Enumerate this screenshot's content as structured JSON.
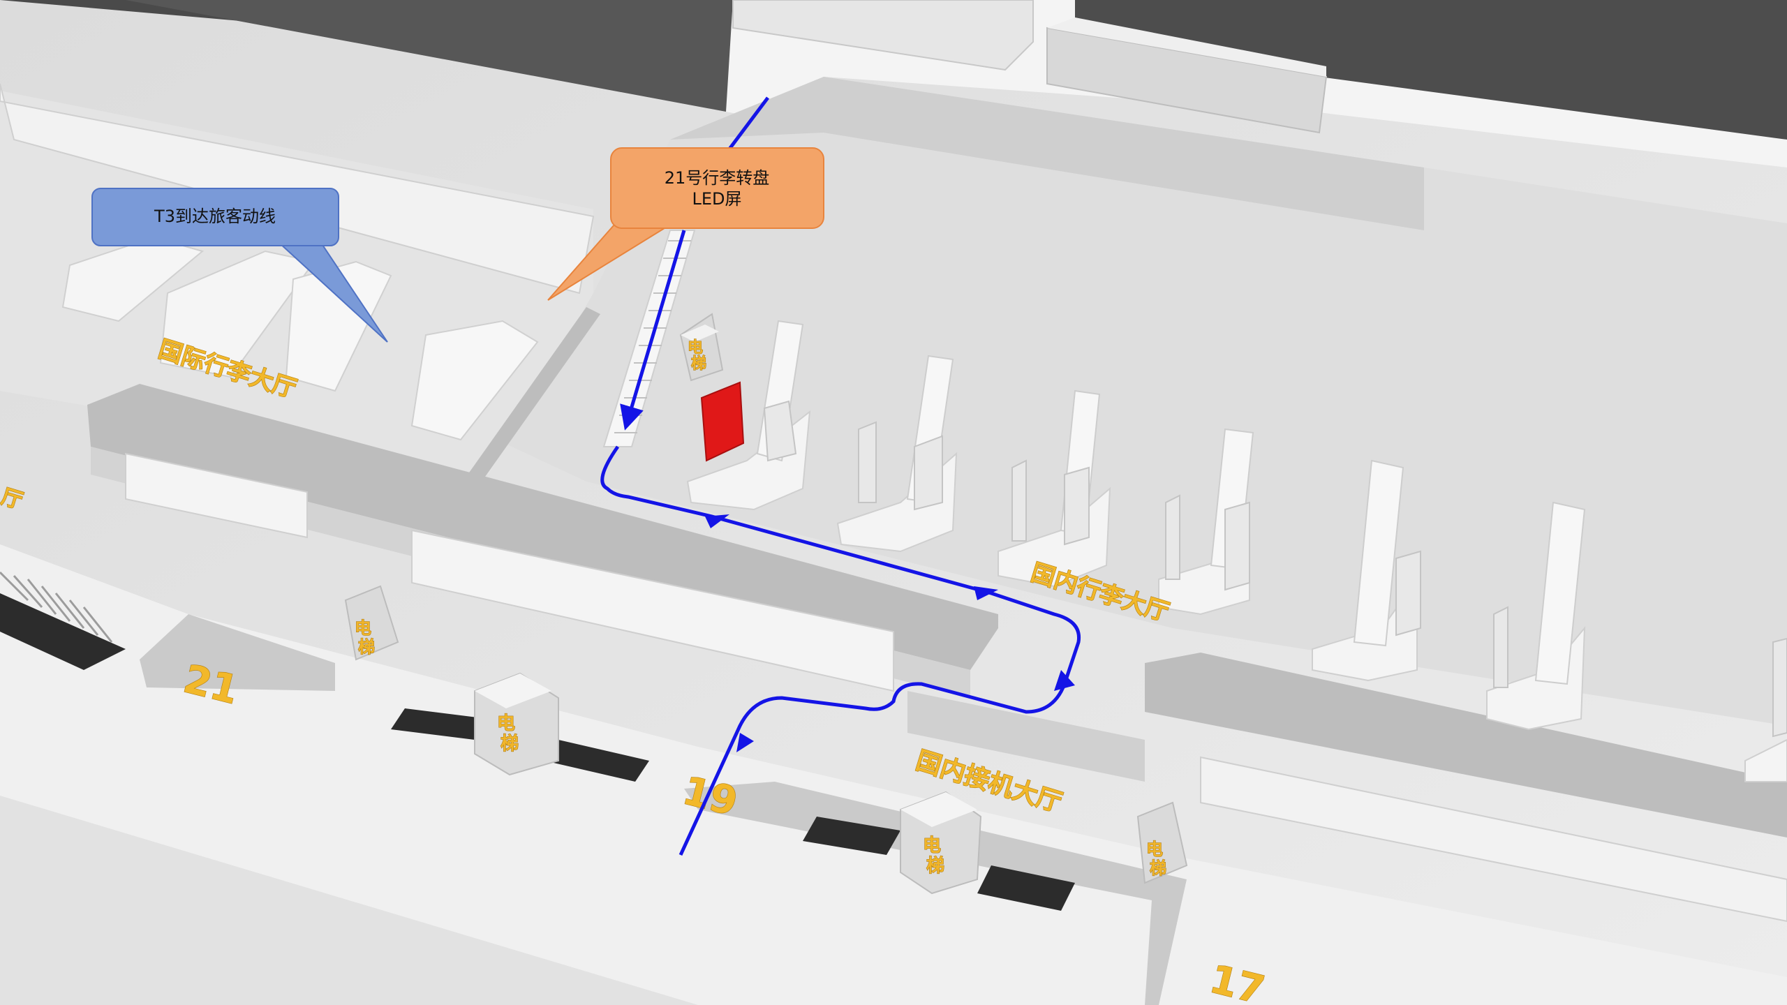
{
  "callouts": {
    "route": {
      "text": "T3到达旅客动线",
      "fill": "#7a9ad8",
      "border": "#4f72c4"
    },
    "screen": {
      "line1": "21号行李转盘",
      "line2": "LED屏",
      "fill": "#f3a468",
      "border": "#e8843d"
    }
  },
  "halls": {
    "international_baggage": "国际行李大厅",
    "domestic_baggage": "国内行李大厅",
    "domestic_arrivals": "国内接机大厅",
    "cut_label": "厅"
  },
  "gates": {
    "g21": "21",
    "g19": "19",
    "g17": "17"
  },
  "elevator": {
    "char1": "电",
    "char2": "梯"
  },
  "colors": {
    "route_line": "#1414e6",
    "led_screen": "#e01818",
    "label_gold": "#f2b82a"
  }
}
